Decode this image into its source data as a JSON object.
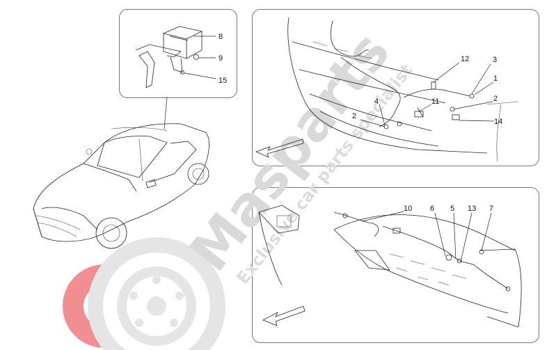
{
  "callouts": {
    "top_left": [
      "8",
      "9",
      "15"
    ],
    "top_right": [
      "12",
      "3",
      "1",
      "2",
      "4",
      "11",
      "2",
      "14"
    ],
    "bottom": [
      "10",
      "6",
      "5",
      "13",
      "7"
    ]
  },
  "watermark": {
    "brand": "Masparts",
    "tagline": "Exclusive car parts specialist"
  },
  "colors": {
    "line": "#222222",
    "watermark": "#d9d9d9",
    "logo_red": "#e8313a"
  }
}
